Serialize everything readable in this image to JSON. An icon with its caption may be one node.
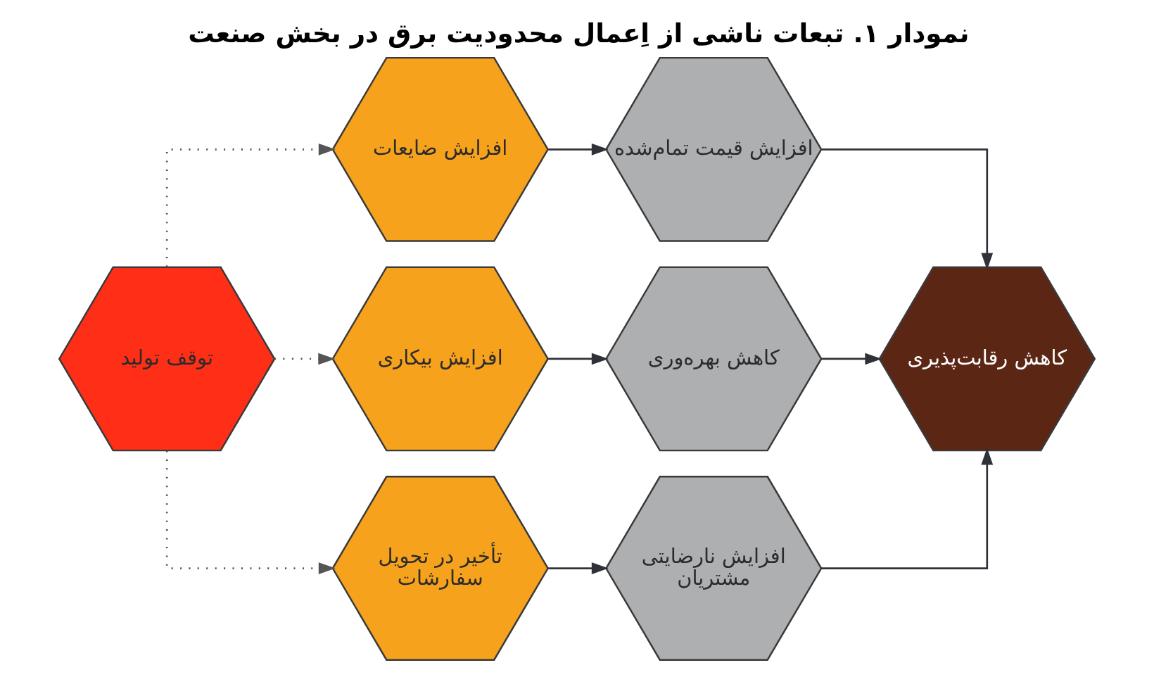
{
  "diagram": {
    "title": "نمودار ۱. تبعات ناشی از اِعمال محدودیت برق در بخش صنعت",
    "nodes": [
      {
        "text": [
          "توقف تولید"
        ]
      },
      {
        "text": [
          "افزایش ضایعات"
        ]
      },
      {
        "text": [
          "افزایش قیمت تمام‌شده"
        ]
      },
      {
        "text": [
          "افزایش بیکاری"
        ]
      },
      {
        "text": [
          "کاهش بهره‌وری"
        ]
      },
      {
        "text": [
          "تأخیر در تحویل سفارشات"
        ]
      },
      {
        "text": [
          "افزایش نارضایتی مشتریان"
        ]
      },
      {
        "text": [
          "کاهش رقابت‌پذیری"
        ]
      }
    ],
    "edges": [
      {
        "from": 0,
        "to": 1,
        "arrow": "to",
        "style": "dashed"
      },
      {
        "from": 0,
        "to": 3,
        "arrow": "to",
        "style": "dashed"
      },
      {
        "from": 0,
        "to": 5,
        "arrow": "to",
        "style": "dashed"
      },
      {
        "from": 1,
        "to": 2,
        "arrow": "to"
      },
      {
        "from": 3,
        "to": 4,
        "arrow": "to"
      },
      {
        "from": 5,
        "to": 6,
        "arrow": "to"
      },
      {
        "from": 2,
        "to": 7,
        "arrow": "to"
      },
      {
        "from": 4,
        "to": 7,
        "arrow": "to"
      },
      {
        "from": 6,
        "to": 7,
        "arrow": "to"
      }
    ]
  }
}
